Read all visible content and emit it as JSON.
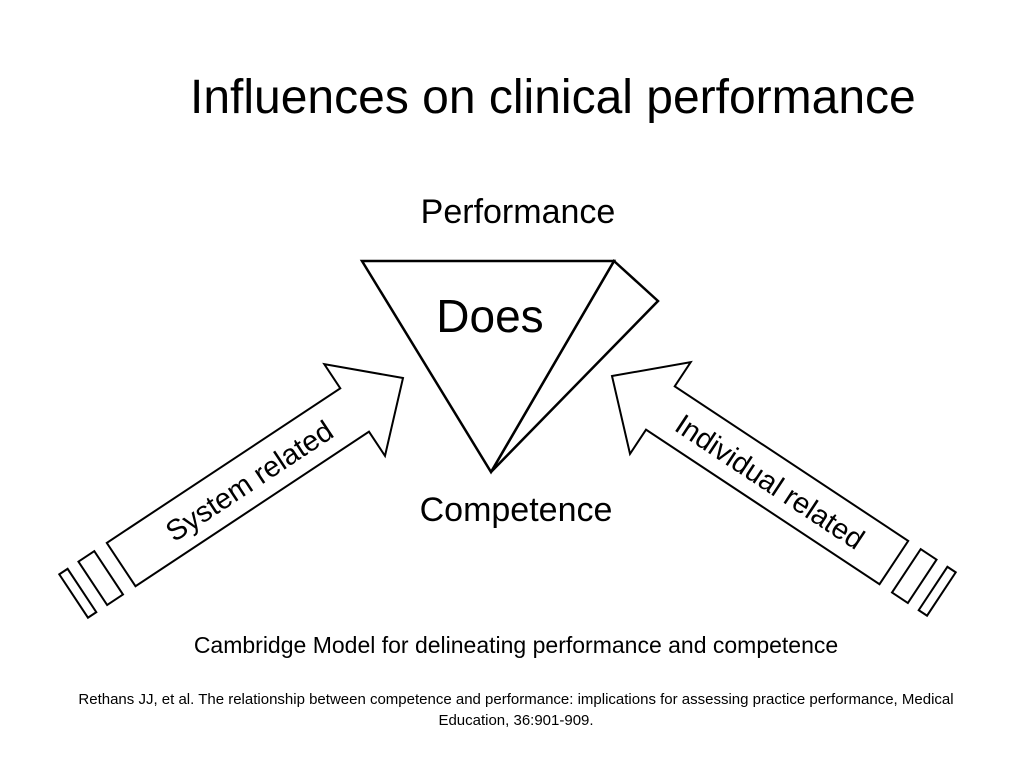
{
  "slide": {
    "title": "Influences on clinical performance"
  },
  "diagram": {
    "top_label": "Performance",
    "inner_label": "Does",
    "bottom_label": "Competence",
    "left_arrow_label": "System related",
    "right_arrow_label": "Individual related",
    "stroke_color": "#000000",
    "fill_color": "#ffffff"
  },
  "caption": "Cambridge Model for delineating performance and competence",
  "reference": "Rethans JJ, et al. The relationship between competence and performance: implications for assessing practice performance, Medical Education, 36:901-909."
}
